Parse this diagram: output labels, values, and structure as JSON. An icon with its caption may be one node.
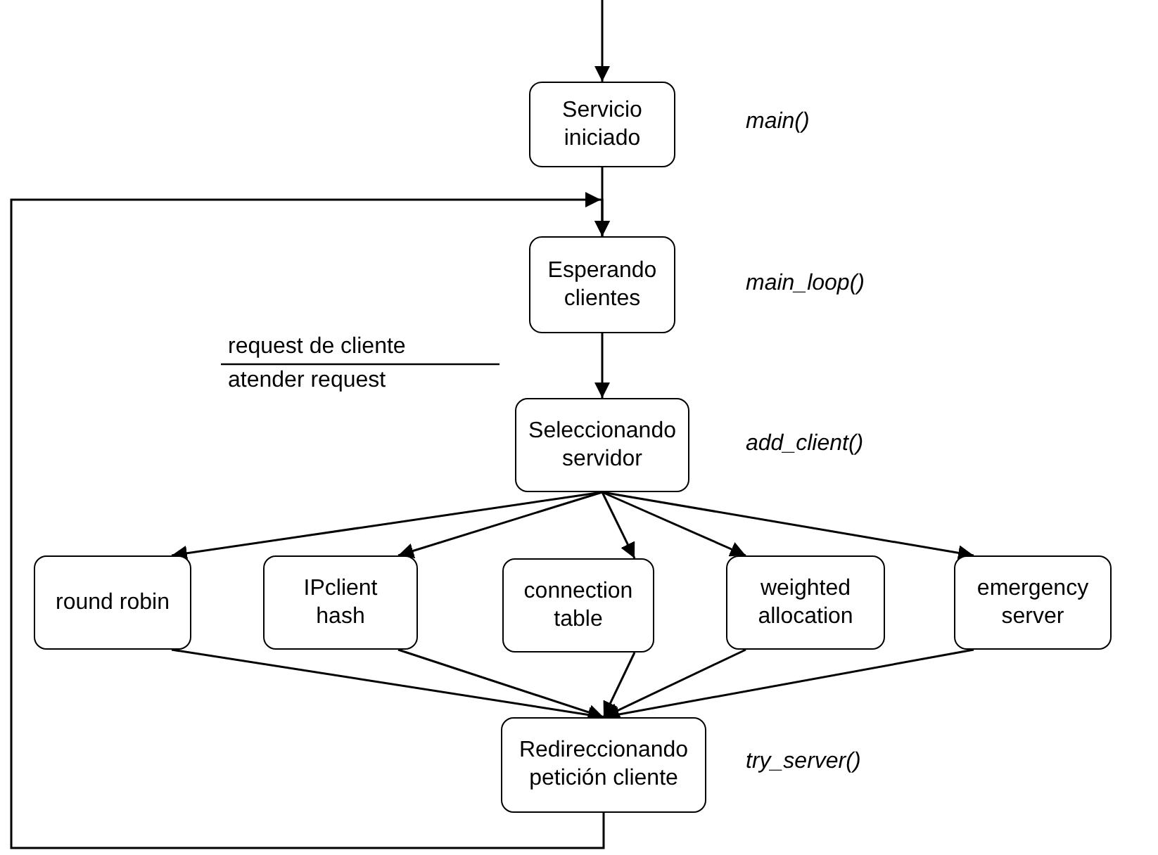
{
  "diagram": {
    "nodes": [
      {
        "text": [
          "Servicio iniciado"
        ],
        "beside": [
          "main()"
        ]
      },
      {
        "text": [
          "Esperando clientes"
        ],
        "beside": [
          "main_loop()"
        ]
      },
      {
        "text": [
          "Seleccionando servidor"
        ],
        "beside": [
          "add_client()"
        ]
      },
      {
        "text": [
          "round robin"
        ]
      },
      {
        "text": [
          "IPclient hash"
        ]
      },
      {
        "text": [
          "connection table"
        ]
      },
      {
        "text": [
          "weighted allocation"
        ]
      },
      {
        "text": [
          "emergency server"
        ]
      },
      {
        "text": [
          "Redireccionando petición cliente"
        ],
        "beside": [
          "try_server()"
        ]
      }
    ],
    "edges": [
      {
        "from": null,
        "to": 0,
        "arrow": "to"
      },
      {
        "from": 0,
        "to": 1,
        "arrow": "to"
      },
      {
        "from": 8,
        "to": 1,
        "arrow": "to"
      },
      {
        "from": 1,
        "to": 2,
        "arrow": "to"
      },
      {
        "from": 2,
        "to": 3,
        "arrow": "to"
      },
      {
        "from": 2,
        "to": 4,
        "arrow": "to"
      },
      {
        "from": 2,
        "to": 5,
        "arrow": "to"
      },
      {
        "from": 2,
        "to": 6,
        "arrow": "to"
      },
      {
        "from": 2,
        "to": 7,
        "arrow": "to"
      },
      {
        "from": 3,
        "to": 8,
        "arrow": "to"
      },
      {
        "from": 4,
        "to": 8,
        "arrow": "to"
      },
      {
        "from": 5,
        "to": 8,
        "arrow": "to"
      },
      {
        "from": 6,
        "to": 8,
        "arrow": "to"
      },
      {
        "from": 7,
        "to": 8,
        "arrow": "to"
      }
    ],
    "labels": [
      "request de cliente",
      "atender request"
    ]
  }
}
